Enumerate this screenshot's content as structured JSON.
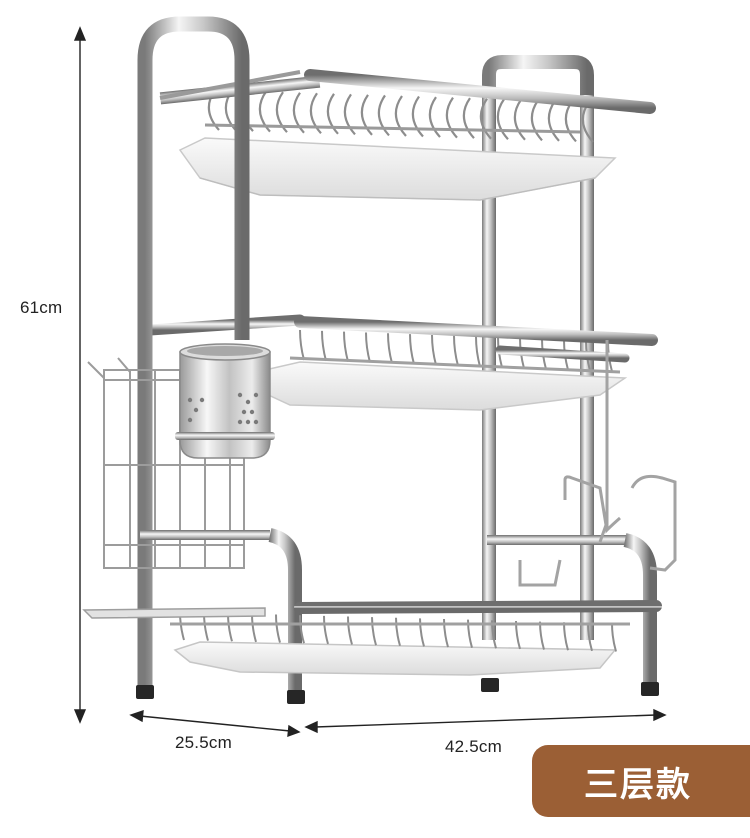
{
  "dimensions": {
    "height_label": "61cm",
    "depth_label": "25.5cm",
    "width_label": "42.5cm"
  },
  "badge": {
    "label": "三层款",
    "color": "#9b5f35"
  },
  "colors": {
    "steel_light": "#f4f4f4",
    "steel_mid": "#bcbcbc",
    "steel_dark": "#6f6f6f",
    "tray": "#e9e9e9",
    "foot": "#2a2a2a",
    "arrow": "#222222"
  },
  "product": {
    "name": "three-tier dish drying rack",
    "icon": "dish-rack-illustration"
  }
}
